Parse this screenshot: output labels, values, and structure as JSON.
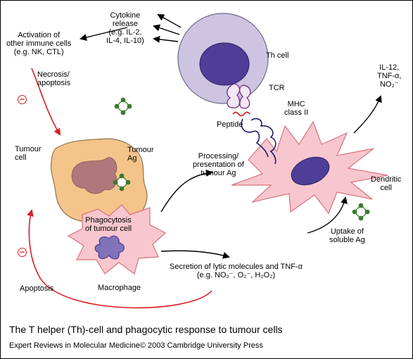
{
  "diagram": {
    "caption": "The T helper (Th)-cell and phagocytic response to tumour cells",
    "credit": "Expert Reviews in Molecular Medicine© 2003 Cambridge University Press",
    "labels": {
      "cytokine_release": "Cytokine\nrelease\n(e.g. IL-2,\nIL-4, IL-10)",
      "activation": "Activation of\nother immune cells\n(e.g. NK, CTL)",
      "necrosis": "Necrosis/\napoptosis",
      "th_cell": "Th cell",
      "tcr": "TCR",
      "peptide": "Peptide",
      "mhc": "MHC\nclass II",
      "il12": "IL-12,\nTNF-α,\nNO₂⁻",
      "tumour_cell": "Tumour\ncell",
      "tumour_ag": "Tumour\nAg",
      "processing": "Processing/\npresentation of\ntumour Ag",
      "dendritic_cell": "Dendritic\ncell",
      "phagocytosis": "Phagocytosis\nof tumour cell",
      "macrophage": "Macrophage",
      "uptake": "Uptake of\nsoluble Ag",
      "secretion": "Secretion of lytic molecules and TNF-α\n(e.g. NO₂⁻, O₂⁻, H₂O₂)",
      "apoptosis": "Apoptosis",
      "inhibit": "−"
    },
    "colors": {
      "th_cell_fill": "#cdc4e2",
      "nucleus_fill": "#4f3e97",
      "tumour_fill": "#f4c48a",
      "tumour_nucleus": "#b0787c",
      "pink_cell": "#f8c6ce",
      "antigen_green": "#3c7a2e",
      "inhibit_red": "#d81f26",
      "receptor_purple": "#5c4a9c",
      "mhc_navy": "#1c1c6e"
    }
  }
}
